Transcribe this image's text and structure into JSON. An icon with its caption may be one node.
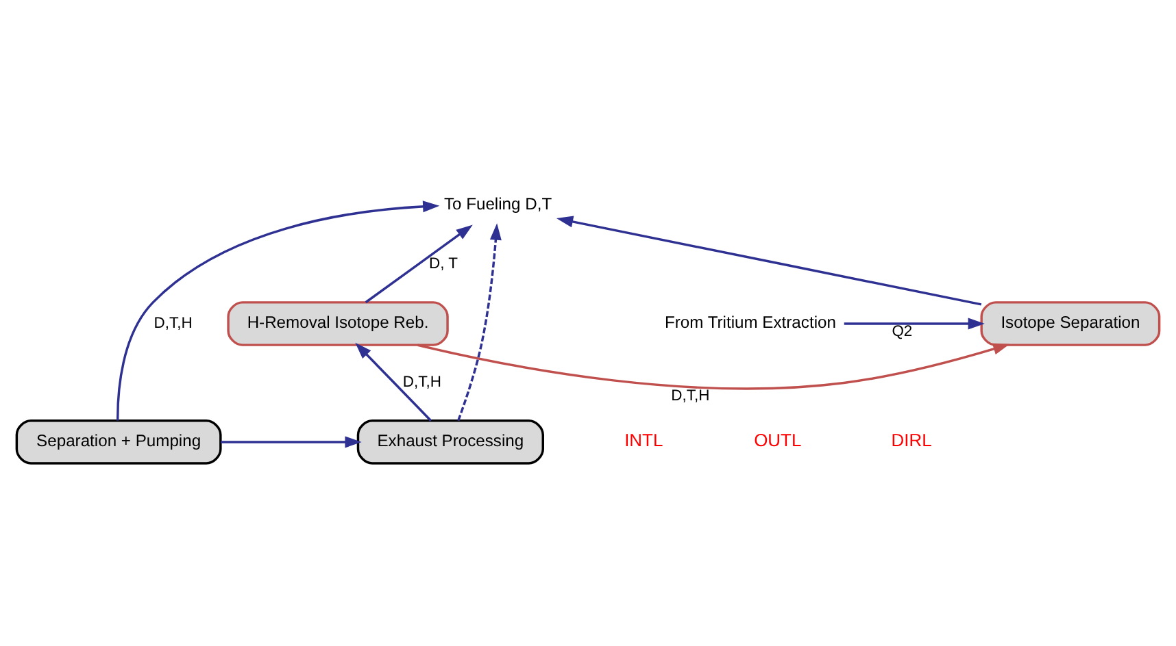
{
  "diagram": {
    "nodes": [
      {
        "text": [
          "To Fueling D,T"
        ]
      },
      {
        "text": [
          "H-Removal Isotope Reb."
        ]
      },
      {
        "text": [
          "Isotope Separation"
        ]
      },
      {
        "text": [
          "Separation + Pumping"
        ]
      },
      {
        "text": [
          "Exhaust Processing"
        ]
      },
      {
        "text": [
          "From Tritium Extraction"
        ]
      }
    ],
    "edges": [
      {
        "from": 3,
        "to": 0,
        "arrow": "to",
        "label": "D,T,H"
      },
      {
        "from": 1,
        "to": 0,
        "arrow": "to",
        "label": "D, T"
      },
      {
        "from": 2,
        "to": 0,
        "arrow": "to"
      },
      {
        "from": 4,
        "to": 0,
        "arrow": "to",
        "style": "dashed"
      },
      {
        "from": 1,
        "to": 2,
        "arrow": "to",
        "label": "D,T,H",
        "color": "#c0504d"
      },
      {
        "from": 4,
        "to": 1,
        "arrow": "to",
        "label": "D,T,H"
      },
      {
        "from": 5,
        "to": 2,
        "arrow": "to",
        "label": "Q2"
      },
      {
        "from": 3,
        "to": 4,
        "arrow": "to"
      }
    ],
    "labels": [
      "INTL",
      "OUTL",
      "DIRL"
    ]
  }
}
